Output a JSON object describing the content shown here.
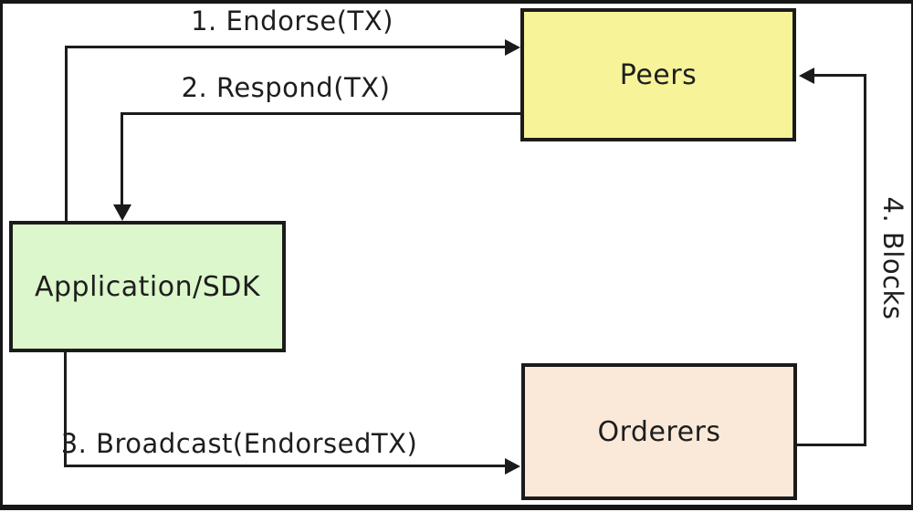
{
  "diagram": {
    "background": "#ffffff",
    "line_color": "#1c1c1c",
    "frame_color": "#161616",
    "nodes": {
      "peers": {
        "label": "Peers",
        "fill": "#f7f399"
      },
      "application": {
        "label": "Application/SDK",
        "fill": "#dcf7cb"
      },
      "orderers": {
        "label": "Orderers",
        "fill": "#fae9d9"
      }
    },
    "edges": {
      "endorse": {
        "label": "1. Endorse(TX)",
        "from": "application",
        "to": "peers"
      },
      "respond": {
        "label": "2. Respond(TX)",
        "from": "peers",
        "to": "application"
      },
      "broadcast": {
        "label": "3. Broadcast(EndorsedTX)",
        "from": "application",
        "to": "orderers"
      },
      "blocks": {
        "label": "4. Blocks",
        "from": "orderers",
        "to": "peers"
      }
    }
  }
}
